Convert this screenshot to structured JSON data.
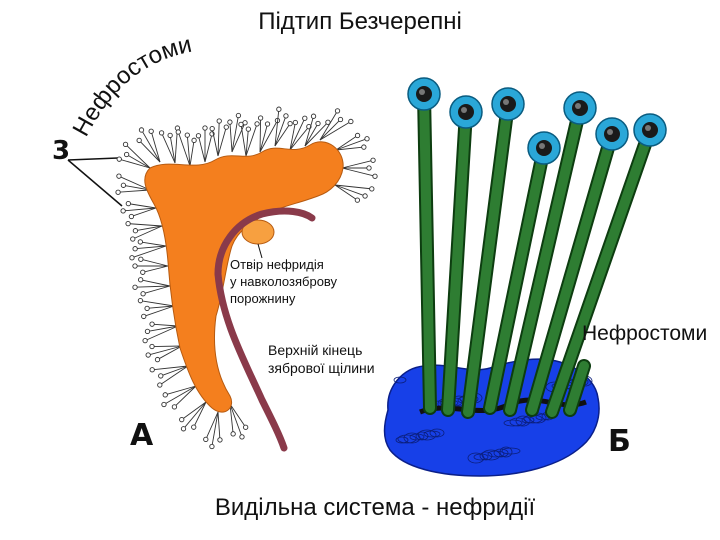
{
  "title": "Підтип Безчерепні",
  "footer": "Видільна система - нефридії",
  "figure_a": {
    "letter": "А",
    "number_label": "3",
    "curved_label": "Нефростоми",
    "opening_label": [
      "Отвір нефридія",
      "у навколозяброву",
      "порожнину"
    ],
    "gill_slit_label": [
      "Верхній кінець",
      "зябрової щілини"
    ],
    "colors": {
      "body": "#f47f1e",
      "tube": "#8a3a4a"
    }
  },
  "figure_b": {
    "letter": "Б",
    "label": "Нефростоми",
    "colors": {
      "stalk": "#2e7d32",
      "head": "#2aa7d8",
      "base": "#1740e8"
    }
  }
}
